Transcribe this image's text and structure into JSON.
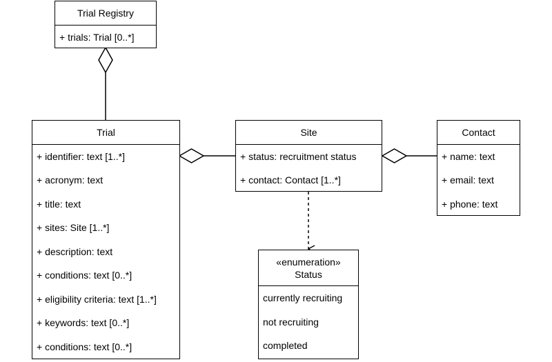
{
  "classes": {
    "trial_registry": {
      "name": "Trial Registry",
      "attributes": [
        "+ trials: Trial [0..*]"
      ]
    },
    "trial": {
      "name": "Trial",
      "attributes": [
        "+ identifier: text [1..*]",
        "+ acronym: text",
        "+ title: text",
        "+ sites: Site [1..*]",
        "+ description: text",
        "+ conditions: text [0..*]",
        "+ eligibility criteria: text [1..*]",
        "+ keywords: text [0..*]",
        "+ conditions: text [0..*]"
      ]
    },
    "site": {
      "name": "Site",
      "attributes": [
        "+ status: recruitment status",
        "+ contact: Contact [1..*]"
      ]
    },
    "contact": {
      "name": "Contact",
      "attributes": [
        "+ name: text",
        "+ email: text",
        "+ phone: text"
      ]
    },
    "status": {
      "stereotype": "«enumeration»",
      "name": "Status",
      "literals": [
        "currently recruiting",
        "not recruiting",
        "completed"
      ]
    }
  }
}
